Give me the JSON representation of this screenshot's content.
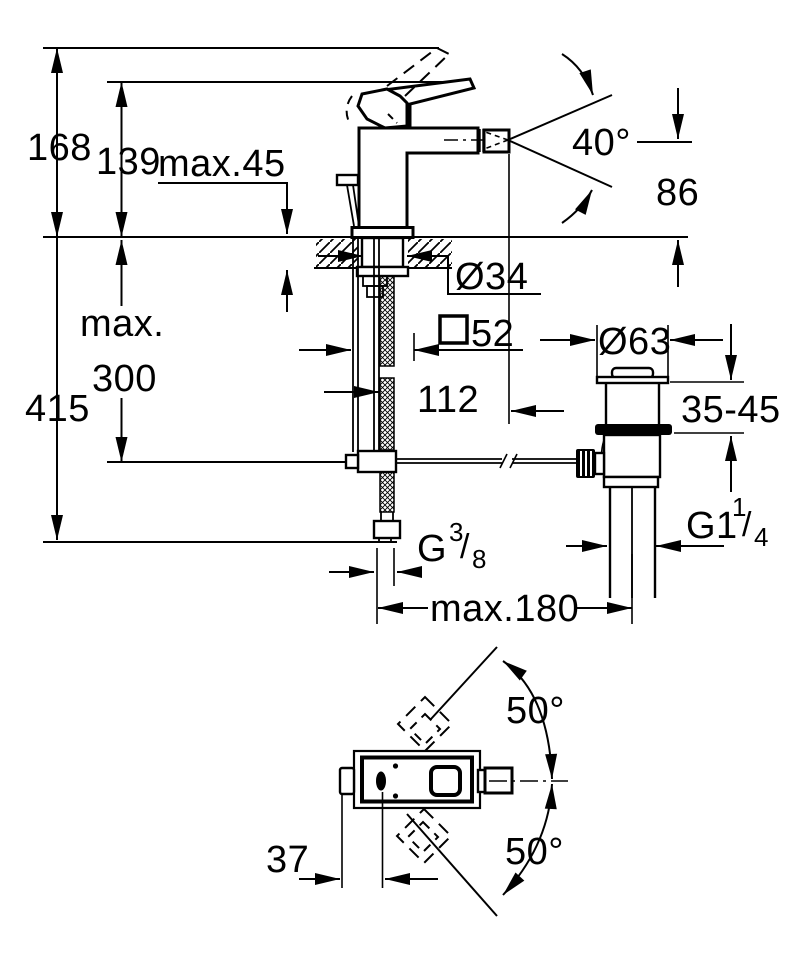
{
  "drawing_title": "Bidet mixer technical dimension drawing",
  "colors": {
    "line": "#000000",
    "background": "#ffffff"
  },
  "side_view": {
    "overall_height": "168",
    "height_to_lever": "139",
    "deck_thickness_max": "max.45",
    "spray_angle": "40°",
    "spout_height": "86",
    "hole_diameter": "Ø34",
    "depth_max_word": "max.",
    "depth_max_value": "300",
    "total_depth": "415",
    "body_square_size": "52",
    "spout_reach": "112",
    "waste_flange_diameter": "Ø63",
    "mounting_range": "35-45",
    "waste_thread_base": "G1",
    "waste_thread_numerator": "1",
    "waste_thread_slash": "/",
    "waste_thread_denominator": "4",
    "supply_thread_base": "G",
    "supply_thread_numerator": "3",
    "supply_thread_slash": "/",
    "supply_thread_denominator": "8",
    "rod_length_max": "max.180"
  },
  "plan_view": {
    "handle_swing_upper": "50°",
    "handle_swing_lower": "50°",
    "front_offset": "37"
  }
}
